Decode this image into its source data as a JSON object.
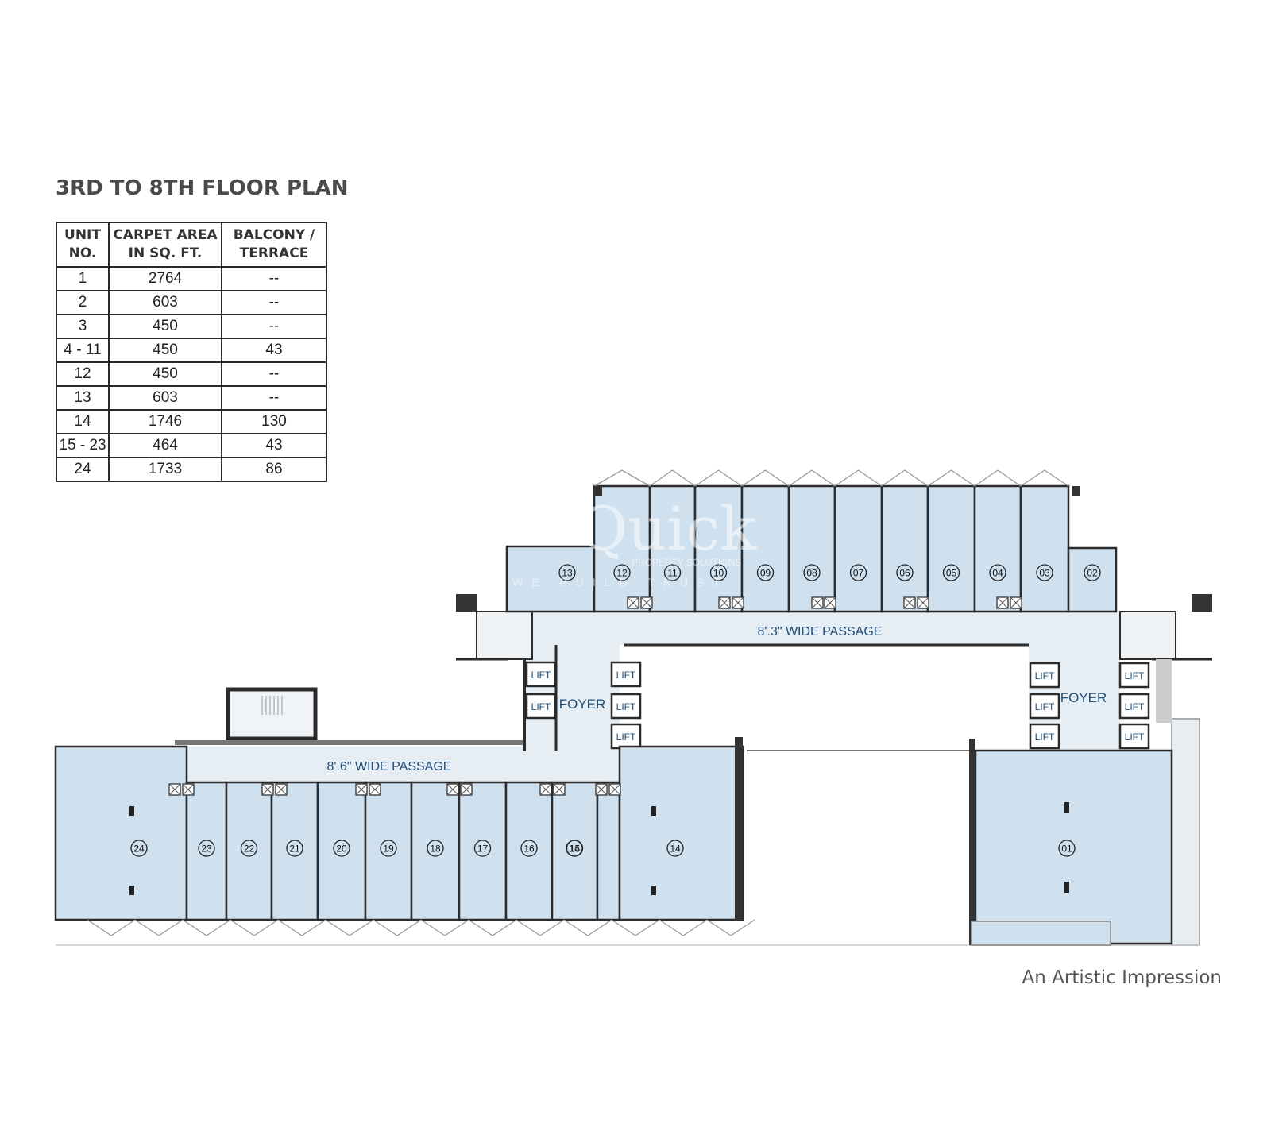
{
  "title": "3RD TO 8TH FLOOR PLAN",
  "table": {
    "headers": [
      "UNIT\nNO.",
      "CARPET AREA\nIN SQ. FT.",
      "BALCONY /\nTERRACE"
    ],
    "rows": [
      [
        "1",
        "2764",
        "--"
      ],
      [
        "2",
        "603",
        "--"
      ],
      [
        "3",
        "450",
        "--"
      ],
      [
        "4 - 11",
        "450",
        "43"
      ],
      [
        "12",
        "450",
        "--"
      ],
      [
        "13",
        "603",
        "--"
      ],
      [
        "14",
        "1746",
        "130"
      ],
      [
        "15 - 23",
        "464",
        "43"
      ],
      [
        "24",
        "1733",
        "86"
      ]
    ]
  },
  "plan": {
    "upper_units": [
      "13",
      "12",
      "11",
      "10",
      "09",
      "08",
      "07",
      "06",
      "05",
      "04",
      "03",
      "02"
    ],
    "lower_units": [
      "24",
      "23",
      "22",
      "21",
      "20",
      "19",
      "18",
      "17",
      "16",
      "15",
      "14"
    ],
    "right_unit": "01",
    "upper_passage_label": "8'.3\" WIDE PASSAGE",
    "lower_passage_label": "8'.6\" WIDE PASSAGE",
    "foyer_label": "FOYER",
    "lift_label": "LIFT",
    "colors": {
      "unit_fill": "#cfe0ee",
      "passage_fill": "#e6edf3",
      "wall": "#2b2b2b",
      "label": "#1f4e79"
    }
  },
  "watermark": {
    "brand": "Quick",
    "tagline": "PROPERTY SOLUTIONS",
    "motto": "WE BUILD TRUST"
  },
  "footer": "An Artistic Impression"
}
